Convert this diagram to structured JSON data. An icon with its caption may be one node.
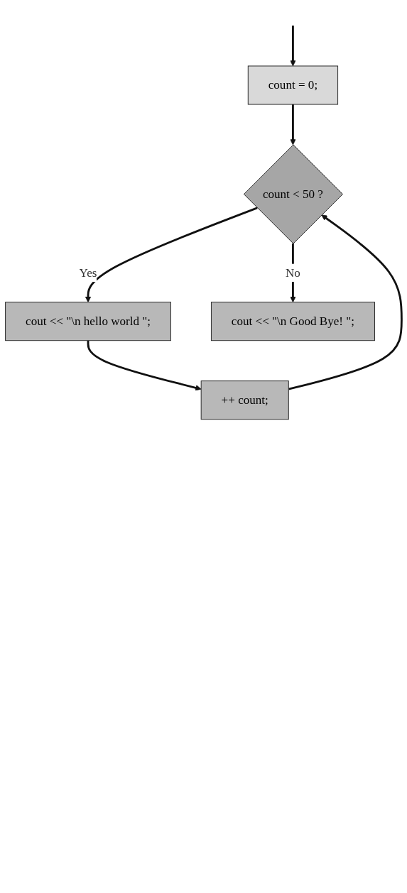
{
  "diagram": {
    "nodes": [
      {
        "text": [
          "count = 0;"
        ]
      },
      {
        "text": [
          "count < 50 ?"
        ]
      },
      {
        "text": [
          "cout << \"\\n hello world \";"
        ]
      },
      {
        "text": [
          "++ count;"
        ]
      },
      {
        "text": [
          "cout << \"\\n Good Bye! \";"
        ]
      }
    ],
    "edges": [
      {
        "from": null,
        "to": 0,
        "arrow": "to"
      },
      {
        "from": 0,
        "to": 1,
        "arrow": "to"
      },
      {
        "from": 1,
        "to": 2,
        "arrow": "to",
        "label": "Yes"
      },
      {
        "from": 1,
        "to": 4,
        "arrow": "to",
        "label": "No"
      },
      {
        "from": 2,
        "to": 3,
        "arrow": "to"
      },
      {
        "from": 3,
        "to": 1,
        "arrow": "to"
      }
    ]
  }
}
